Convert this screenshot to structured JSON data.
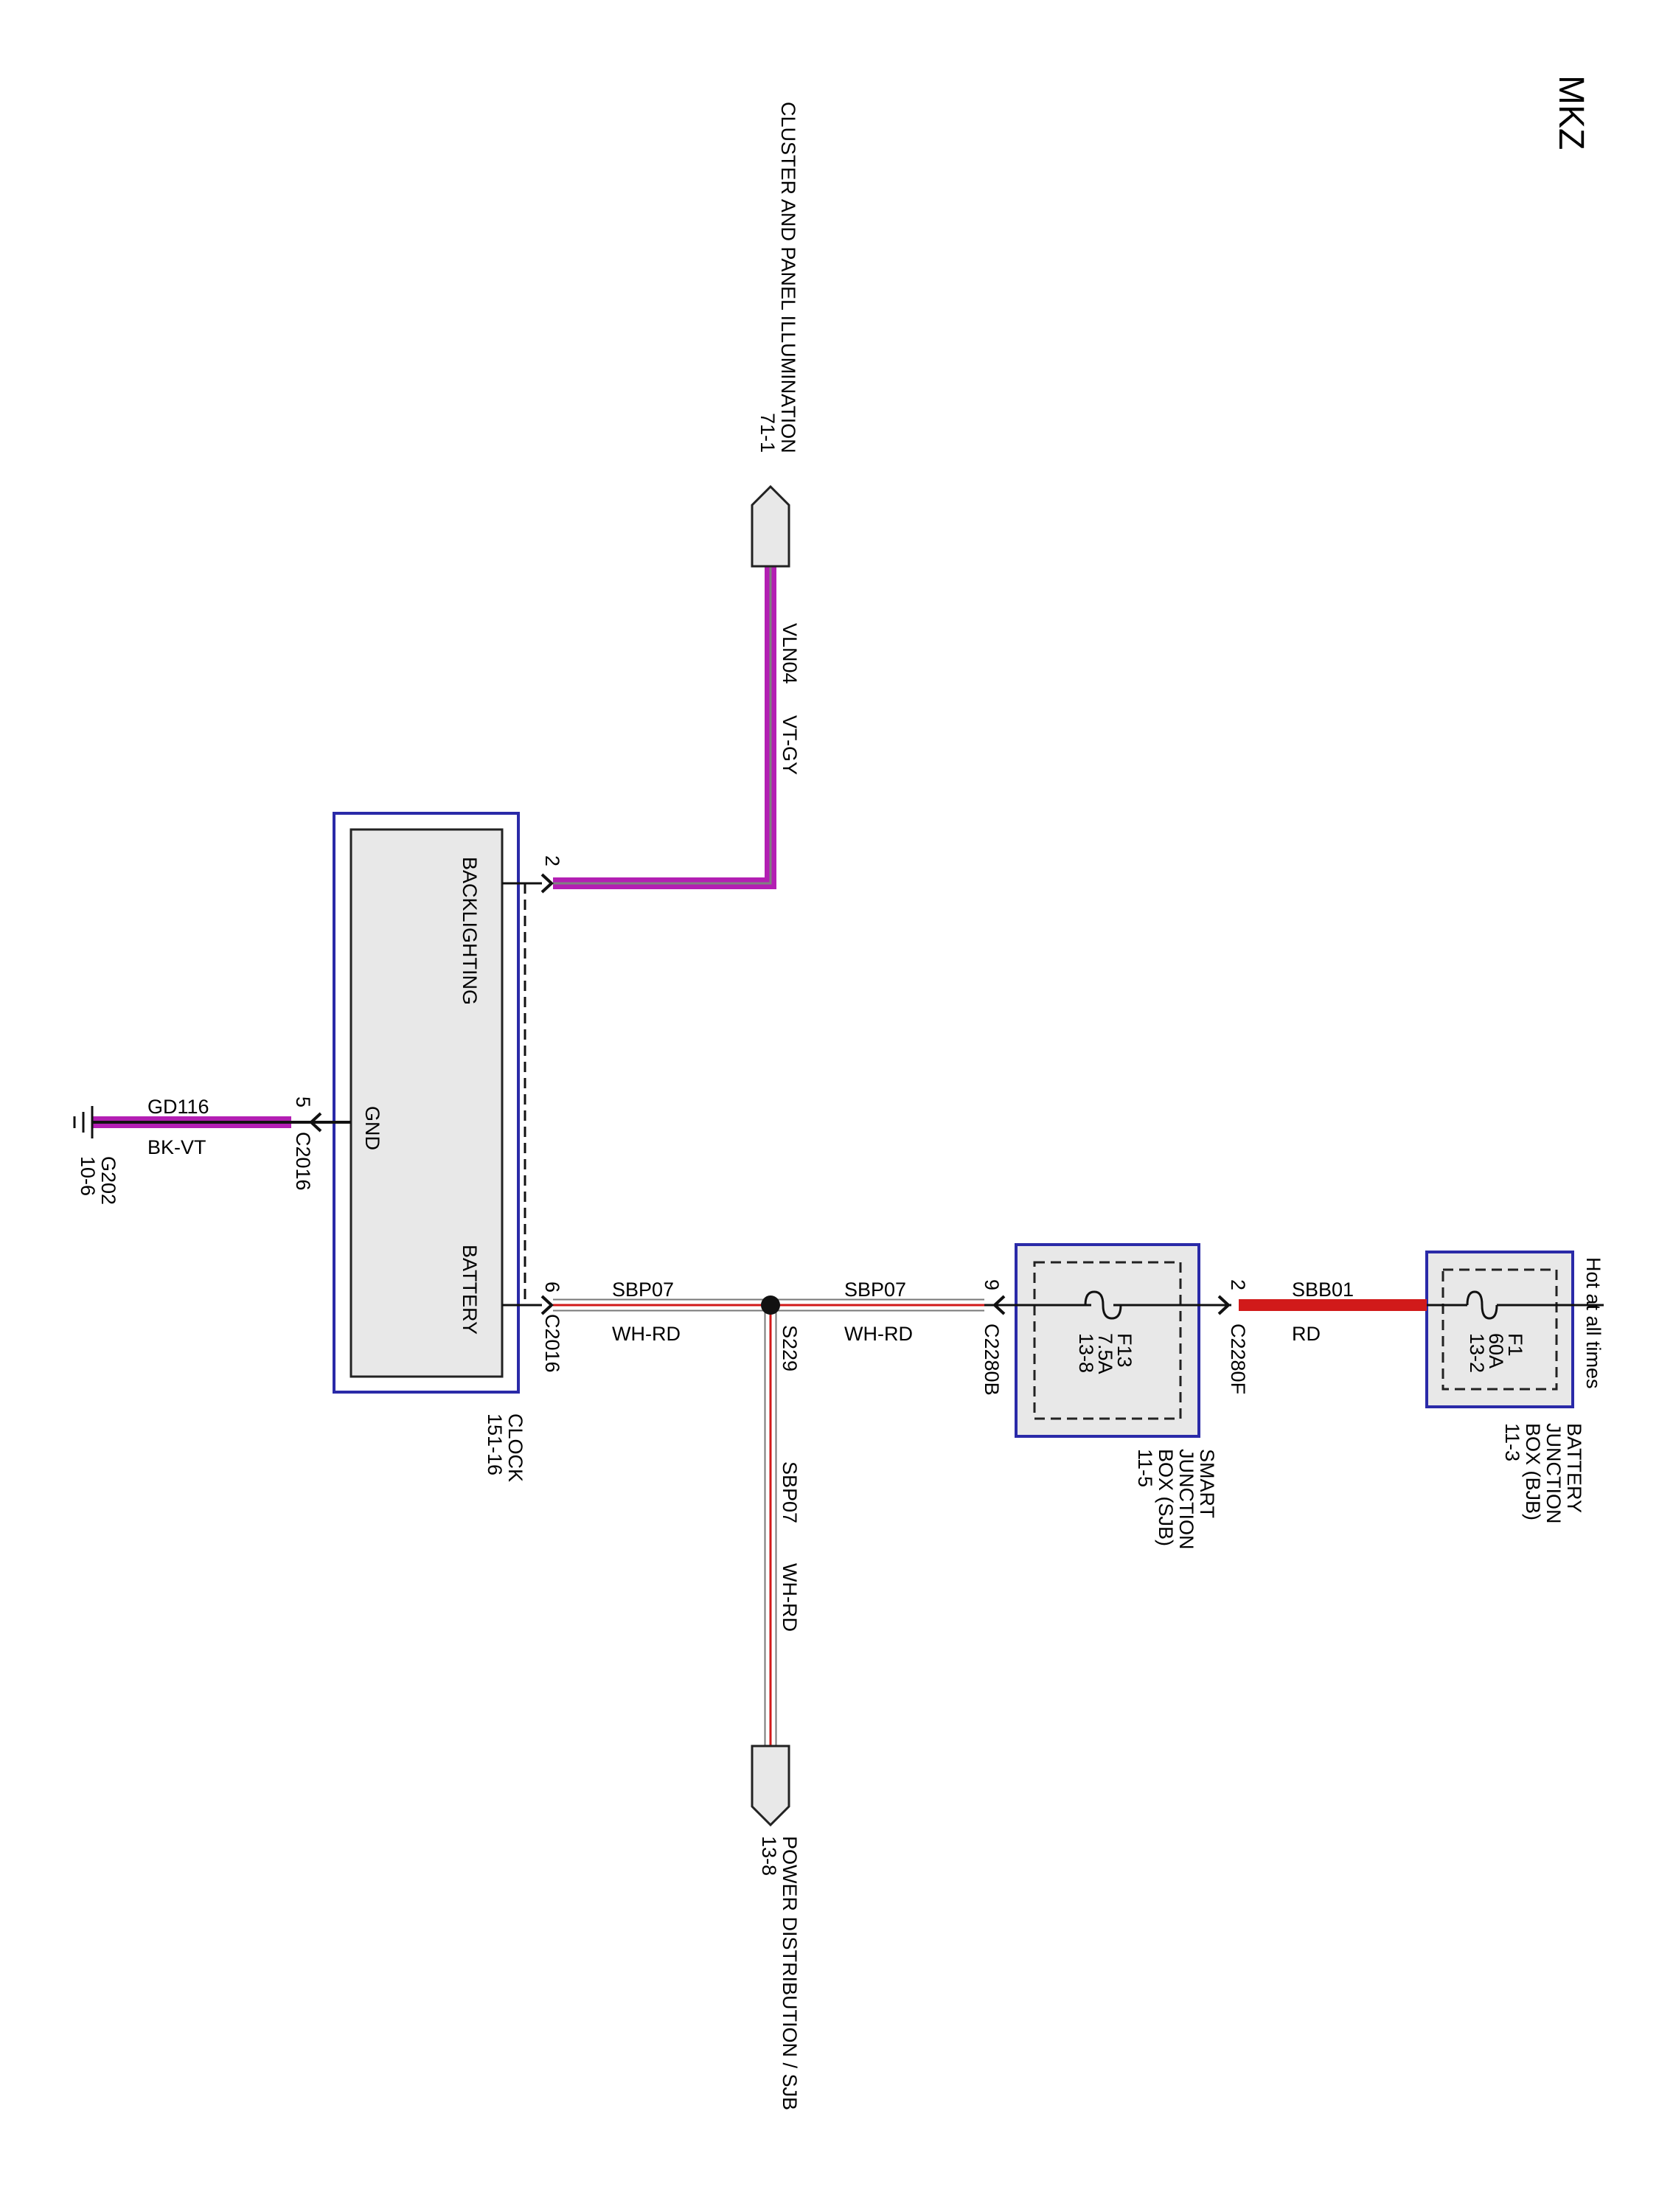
{
  "model": "MKZ",
  "destinations": {
    "cluster": {
      "name": "CLUSTER AND PANEL ILLUMINATION",
      "ref": "71-1"
    },
    "power": {
      "name": "POWER DISTRIBUTION / SJB",
      "ref": "13-8"
    }
  },
  "modules": {
    "clock": {
      "name": "CLOCK",
      "ref": "151-16",
      "pin_backlighting": "BACKLIGHTING",
      "pin_gnd": "GND",
      "pin_battery": "BATTERY"
    },
    "sjb": {
      "name_l1": "SMART",
      "name_l2": "JUNCTION",
      "name_l3": "BOX (SJB)",
      "ref": "11-5",
      "fuse": "F13",
      "rating": "7.5A",
      "fuse_ref": "13-8"
    },
    "bjb": {
      "name_l1": "BATTERY",
      "name_l2": "JUNCTION",
      "name_l3": "BOX (BJB)",
      "ref": "11-3",
      "fuse": "F1",
      "rating": "60A",
      "fuse_ref": "13-2",
      "hot": "Hot at all times"
    }
  },
  "wires": {
    "vln04": {
      "circuit": "VLN04",
      "color": "VT-GY"
    },
    "gd116": {
      "circuit": "GD116",
      "color": "BK-VT"
    },
    "sbp07_a": {
      "circuit": "SBP07",
      "color": "WH-RD"
    },
    "sbp07_b": {
      "circuit": "SBP07",
      "color": "WH-RD"
    },
    "sbp07_c": {
      "circuit": "SBP07",
      "color": "WH-RD"
    },
    "sbb01": {
      "circuit": "SBB01",
      "color": "RD"
    }
  },
  "connectors": {
    "c2016_batt": {
      "pin": "6",
      "name": "C2016"
    },
    "c2016_gnd": {
      "pin": "5",
      "name": "C2016"
    },
    "backlight_pin": {
      "pin": "2"
    },
    "c2280b": {
      "pin": "9",
      "name": "C2280B"
    },
    "c2280f": {
      "pin": "2",
      "name": "C2280F"
    }
  },
  "splice": "S229",
  "ground": {
    "name": "G202",
    "ref": "10-6"
  },
  "wire_colors": {
    "violet": "#b31fb3",
    "gray": "#808080",
    "white": "#ffffff",
    "red": "#d11a1a",
    "black": "#111111",
    "module_border": "#2a2aa8",
    "module_fill": "#e8e8e8"
  }
}
